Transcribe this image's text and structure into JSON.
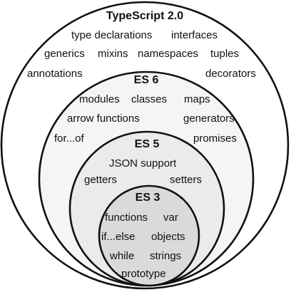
{
  "colors": {
    "background": "#ffffff",
    "ring_stroke": "#111111",
    "typescript_fill": "#ffffff",
    "es6_fill": "#f5f5f5",
    "es5_fill": "#ebebeb",
    "es3_fill": "#dadada",
    "text": "#111111"
  },
  "typescript": {
    "title": "TypeScript 2.0",
    "features": {
      "type_declarations": "type declarations",
      "interfaces": "interfaces",
      "generics": "generics",
      "mixins": "mixins",
      "namespaces": "namespaces",
      "tuples": "tuples",
      "annotations": "annotations",
      "decorators": "decorators"
    }
  },
  "es6": {
    "title": "ES 6",
    "features": {
      "modules": "modules",
      "classes": "classes",
      "maps": "maps",
      "arrow_functions": "arrow functions",
      "generators": "generators",
      "for_of": "for...of",
      "promises": "promises"
    }
  },
  "es5": {
    "title": "ES 5",
    "features": {
      "json_support": "JSON support",
      "getters": "getters",
      "setters": "setters"
    }
  },
  "es3": {
    "title": "ES 3",
    "features": {
      "functions": "functions",
      "var": "var",
      "if_else": "if...else",
      "objects": "objects",
      "while": "while",
      "strings": "strings",
      "prototype": "prototype"
    }
  }
}
